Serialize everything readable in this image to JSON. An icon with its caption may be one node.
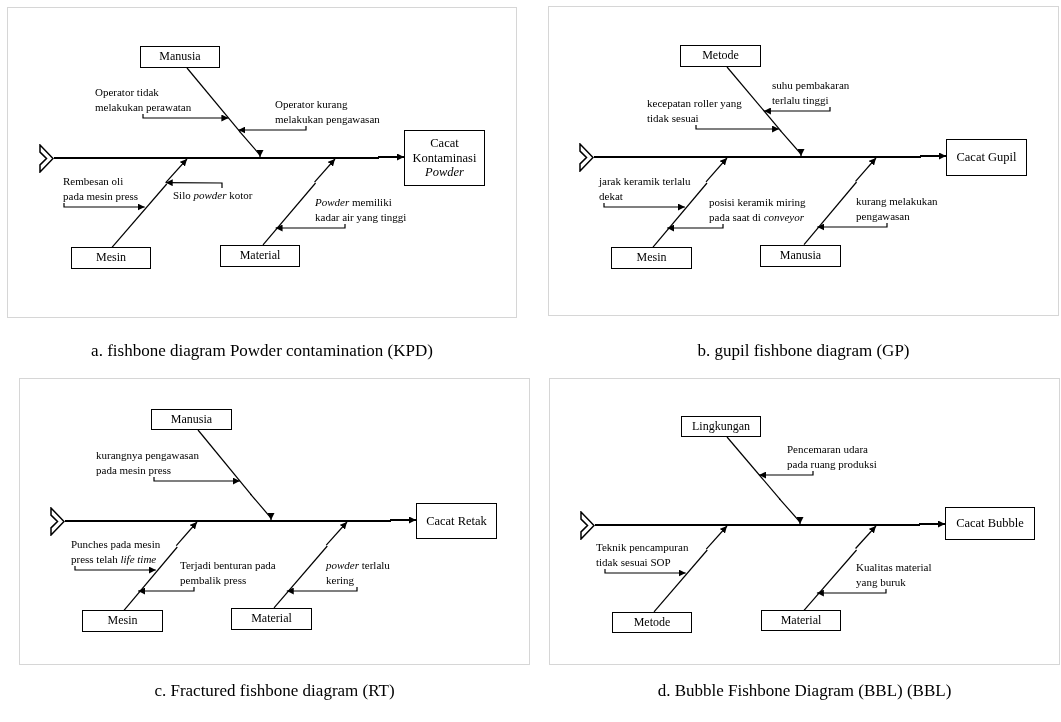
{
  "diagram": {
    "nodes": [
      {
        "text": [],
        "shape": "box",
        "beside": [
          "a. fishbone diagram Powder contamination (KPD)"
        ]
      },
      {
        "text": [],
        "shape": "chevron",
        "in": 0
      },
      {
        "text": [],
        "shape": "line",
        "in": 0
      },
      {
        "text": [
          "Manusia"
        ],
        "in": 0
      },
      {
        "text": [
          "Operator tidak melakukan perawatan"
        ],
        "in": 0
      },
      {
        "text": [
          "Operator kurang melakukan pengawasan"
        ],
        "in": 0
      },
      {
        "text": [
          "Cacat Kontaminasi *Powder*"
        ],
        "in": 0
      },
      {
        "text": [
          "Rembesan oli pada mesin press"
        ],
        "in": 0
      },
      {
        "text": [
          "Silo *powder* kotor"
        ],
        "in": 0
      },
      {
        "text": [
          "*Powder* memiliki kadar air yang tinggi"
        ],
        "in": 0
      },
      {
        "text": [
          "Mesin"
        ],
        "in": 0
      },
      {
        "text": [
          "Material"
        ],
        "in": 0
      },
      {
        "text": [],
        "shape": "box",
        "beside": [
          "b. gupil fishbone diagram (GP)"
        ]
      },
      {
        "text": [],
        "shape": "chevron",
        "in": 12
      },
      {
        "text": [],
        "shape": "line",
        "in": 12
      },
      {
        "text": [
          "Metode"
        ],
        "in": 12
      },
      {
        "text": [
          "kecepatan roller yang tidak sesuai"
        ],
        "in": 12
      },
      {
        "text": [
          "suhu pembakaran terlalu tinggi"
        ],
        "in": 12
      },
      {
        "text": [
          "Cacat Gupil"
        ],
        "in": 12
      },
      {
        "text": [
          "jarak keramik terlalu dekat"
        ],
        "in": 12
      },
      {
        "text": [
          "posisi keramik miring pada saat di *conveyor*"
        ],
        "in": 12
      },
      {
        "text": [
          "kurang melakukan pengawasan"
        ],
        "in": 12
      },
      {
        "text": [
          "Mesin"
        ],
        "in": 12
      },
      {
        "text": [
          "Manusia"
        ],
        "in": 12
      },
      {
        "text": [],
        "shape": "box",
        "beside": [
          "c. Fractured fishbone diagram (RT)"
        ]
      },
      {
        "text": [],
        "shape": "chevron",
        "in": 24
      },
      {
        "text": [],
        "shape": "line",
        "in": 24
      },
      {
        "text": [
          "Manusia"
        ],
        "in": 24
      },
      {
        "text": [
          "kurangnya pengawasan pada mesin press"
        ],
        "in": 24
      },
      {
        "text": [
          "Cacat Retak"
        ],
        "in": 24
      },
      {
        "text": [
          "Punches pada mesin press telah *life time*"
        ],
        "in": 24
      },
      {
        "text": [
          "Terjadi benturan pada pembalik press"
        ],
        "in": 24
      },
      {
        "text": [
          "*powder* terlalu kering"
        ],
        "in": 24
      },
      {
        "text": [
          "Mesin"
        ],
        "in": 24
      },
      {
        "text": [
          "Material"
        ],
        "in": 24
      },
      {
        "text": [],
        "shape": "box",
        "beside": [
          "d. Bubble Fishbone Diagram (BBL) (BBL)"
        ]
      },
      {
        "text": [],
        "shape": "chevron",
        "in": 35
      },
      {
        "text": [],
        "shape": "line",
        "in": 35
      },
      {
        "text": [
          "Lingkungan"
        ],
        "in": 35
      },
      {
        "text": [
          "Pencemaran udara pada ruang produksi"
        ],
        "in": 35
      },
      {
        "text": [
          "Cacat Bubble"
        ],
        "in": 35
      },
      {
        "text": [
          "Teknik pencampuran tidak sesuai SOP"
        ],
        "in": 35
      },
      {
        "text": [
          "Kualitas material yang buruk"
        ],
        "in": 35
      },
      {
        "text": [
          "Metode"
        ],
        "in": 35
      },
      {
        "text": [
          "Material"
        ],
        "in": 35
      },
      {
        "text": [],
        "shape": "line",
        "in": 0
      },
      {
        "text": [],
        "shape": "line",
        "in": 0
      },
      {
        "text": [],
        "shape": "line",
        "in": 0
      },
      {
        "text": [],
        "shape": "line",
        "in": 12
      },
      {
        "text": [],
        "shape": "line",
        "in": 12
      },
      {
        "text": [],
        "shape": "line",
        "in": 12
      },
      {
        "text": [],
        "shape": "line",
        "in": 24
      },
      {
        "text": [],
        "shape": "line",
        "in": 24
      },
      {
        "text": [],
        "shape": "line",
        "in": 24
      },
      {
        "text": [],
        "shape": "line",
        "in": 35
      },
      {
        "text": [],
        "shape": "line",
        "in": 35
      },
      {
        "text": [],
        "shape": "line",
        "in": 35
      }
    ],
    "edges": [
      {
        "from": 2,
        "to": 6,
        "arrow": "to"
      },
      {
        "from": 45,
        "to": 2,
        "arrow": "to"
      },
      {
        "from": 4,
        "to": 45,
        "arrow": "to"
      },
      {
        "from": 5,
        "to": 45,
        "arrow": "to"
      },
      {
        "from": 46,
        "to": 2,
        "arrow": "to"
      },
      {
        "from": 7,
        "to": 46,
        "arrow": "to"
      },
      {
        "from": 8,
        "to": 46,
        "arrow": "to"
      },
      {
        "from": 47,
        "to": 2,
        "arrow": "to"
      },
      {
        "from": 9,
        "to": 47,
        "arrow": "to"
      },
      {
        "from": 14,
        "to": 18,
        "arrow": "to"
      },
      {
        "from": 48,
        "to": 14,
        "arrow": "to"
      },
      {
        "from": 16,
        "to": 48,
        "arrow": "to"
      },
      {
        "from": 17,
        "to": 48,
        "arrow": "to"
      },
      {
        "from": 49,
        "to": 14,
        "arrow": "to"
      },
      {
        "from": 19,
        "to": 49,
        "arrow": "to"
      },
      {
        "from": 20,
        "to": 49,
        "arrow": "to"
      },
      {
        "from": 50,
        "to": 14,
        "arrow": "to"
      },
      {
        "from": 21,
        "to": 50,
        "arrow": "to"
      },
      {
        "from": 26,
        "to": 29,
        "arrow": "to"
      },
      {
        "from": 51,
        "to": 26,
        "arrow": "to"
      },
      {
        "from": 28,
        "to": 51,
        "arrow": "to"
      },
      {
        "from": 52,
        "to": 26,
        "arrow": "to"
      },
      {
        "from": 30,
        "to": 52,
        "arrow": "to"
      },
      {
        "from": 31,
        "to": 52,
        "arrow": "to"
      },
      {
        "from": 53,
        "to": 26,
        "arrow": "to"
      },
      {
        "from": 32,
        "to": 53,
        "arrow": "to"
      },
      {
        "from": 37,
        "to": 40,
        "arrow": "to"
      },
      {
        "from": 54,
        "to": 37,
        "arrow": "to"
      },
      {
        "from": 39,
        "to": 54,
        "arrow": "to"
      },
      {
        "from": 55,
        "to": 37,
        "arrow": "to"
      },
      {
        "from": 41,
        "to": 55,
        "arrow": "to"
      },
      {
        "from": 56,
        "to": 37,
        "arrow": "to"
      },
      {
        "from": 42,
        "to": 56,
        "arrow": "to"
      }
    ]
  }
}
